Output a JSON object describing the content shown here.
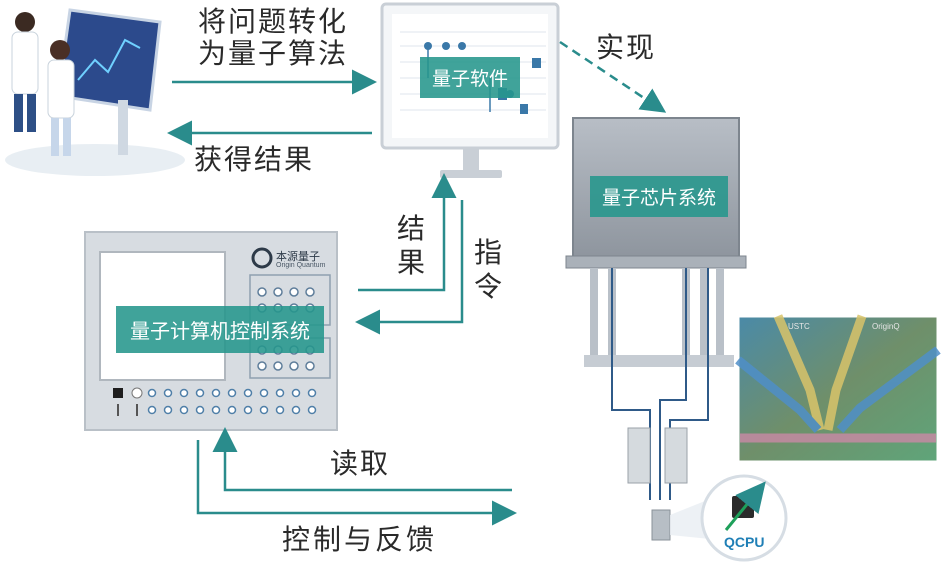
{
  "labels": {
    "problem_to_algorithm": "将问题转化为量子算法",
    "get_result": "获得结果",
    "implement": "实现",
    "result": "结果",
    "instruction": "指令",
    "readout": "读取",
    "control_feedback": "控制与反馈"
  },
  "boxes": {
    "software": "量子软件",
    "chip_system": "量子芯片系统",
    "control_system": "量子计算机控制系统"
  },
  "device": {
    "brand_cn": "本源量子",
    "brand_en": "Origin Quantum",
    "qcpu": "QCPU",
    "chip_tag_left": "USTC",
    "chip_tag_right": "OriginQ"
  },
  "colors": {
    "arrow": "#2a8c8c",
    "tag_bg": "#25968c",
    "chip_body": "#9aa2ab"
  }
}
